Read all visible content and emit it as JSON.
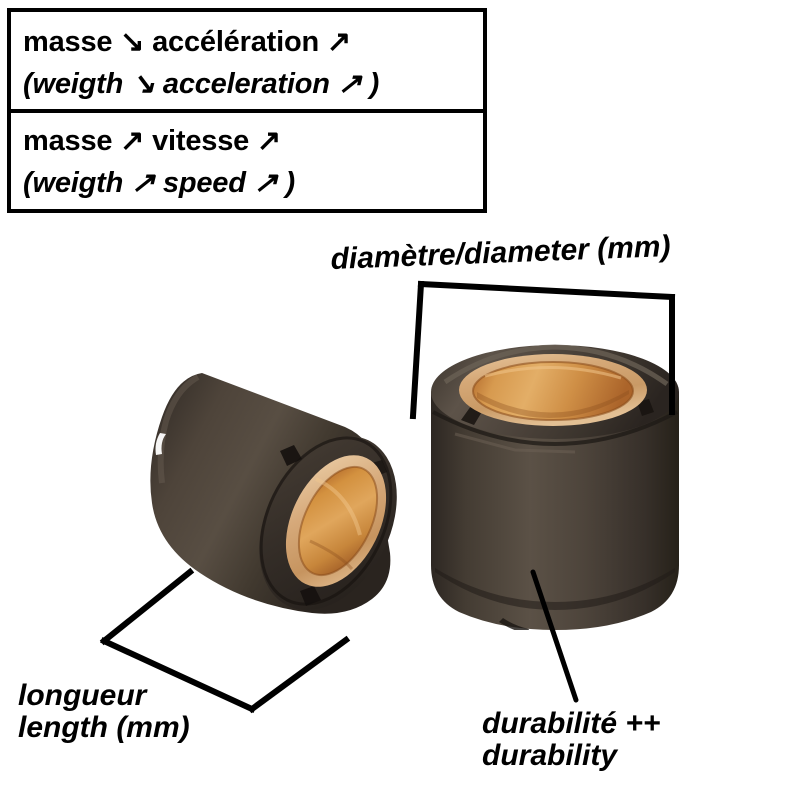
{
  "info_box": {
    "rows": [
      {
        "primary": "masse ↘ accélération ↗",
        "secondary": "(weigth ↘ acceleration ↗ )"
      },
      {
        "primary": "masse ↗ vitesse ↗",
        "secondary": "(weigth ↗ speed ↗ )"
      }
    ]
  },
  "annotations": {
    "diameter": {
      "text": "diamètre/diameter (mm)",
      "lines": [
        "diamètre/diameter (mm)"
      ]
    },
    "length": {
      "lines": [
        "longueur",
        "length (mm)"
      ]
    },
    "durability": {
      "lines": [
        "durabilité ++",
        "durability"
      ]
    }
  },
  "objects": {
    "roller_right": {
      "name": "variator-roller-upright"
    },
    "roller_left": {
      "name": "variator-roller-tilted"
    }
  },
  "colors": {
    "background": "#ffffff",
    "ink": "#000000",
    "roller_body_dark": "#3a332d",
    "roller_body_mid": "#4a4138",
    "roller_body_light": "#5b5146",
    "roller_body_shadow": "#241f1b",
    "copper_bore": "#c47a33",
    "copper_bore_light": "#e0a462",
    "copper_ring": "#d9a875",
    "copper_ring_light": "#ecc9a1"
  }
}
